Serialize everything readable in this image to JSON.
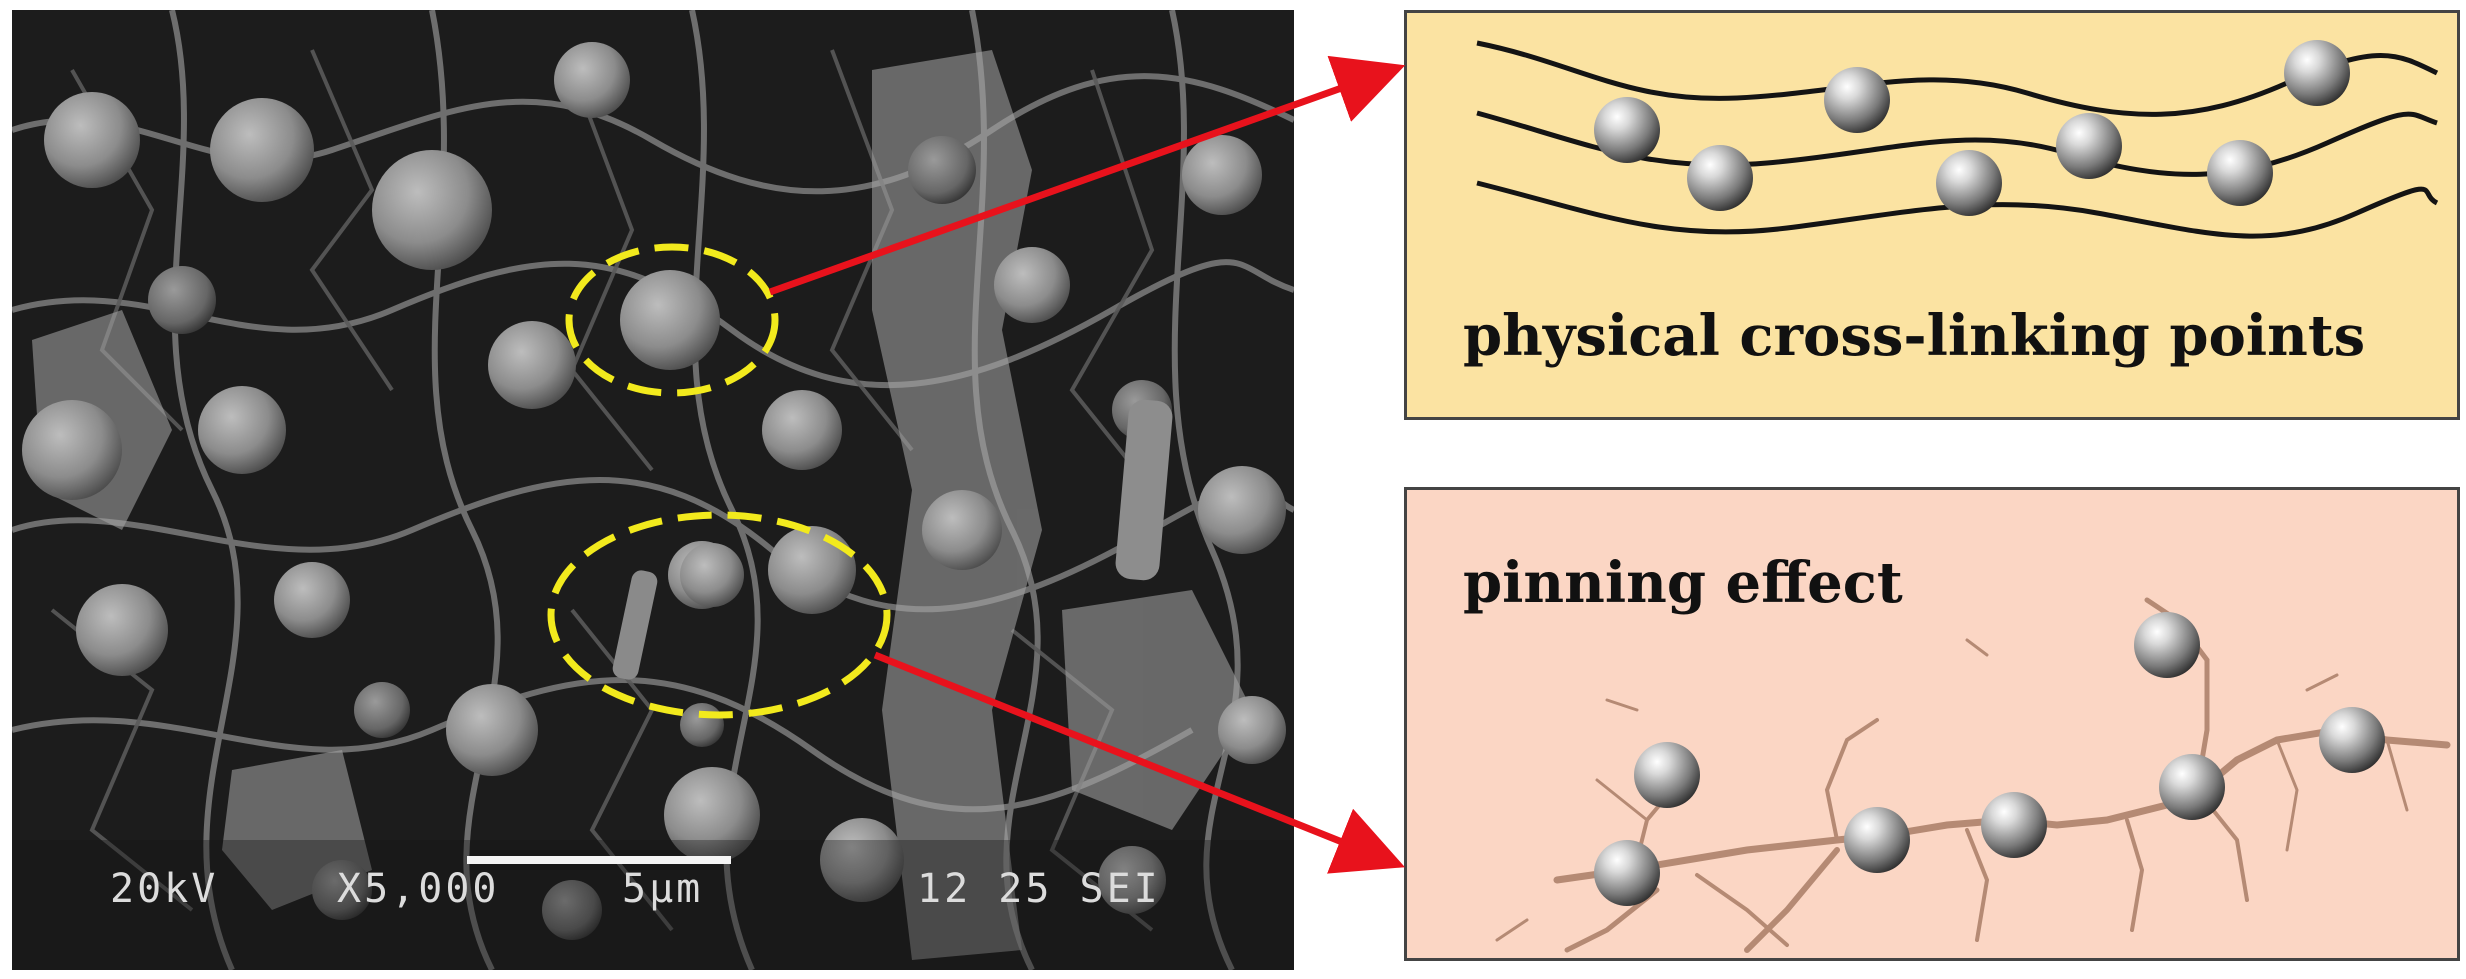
{
  "sem_image": {
    "voltage": "20kV",
    "magnification": "X5,000",
    "scale_label": "5μm",
    "code": "12 25 SEI"
  },
  "panels": {
    "crosslink_label": "physical cross-linking points",
    "pinning_label": "pinning effect"
  },
  "colors": {
    "highlight_ellipse": "#f2ea1d",
    "arrow": "#e8121c",
    "crosslink_box": "#fbe3a2",
    "pinning_box": "#fbd6c4",
    "crack": "#b58a74"
  }
}
